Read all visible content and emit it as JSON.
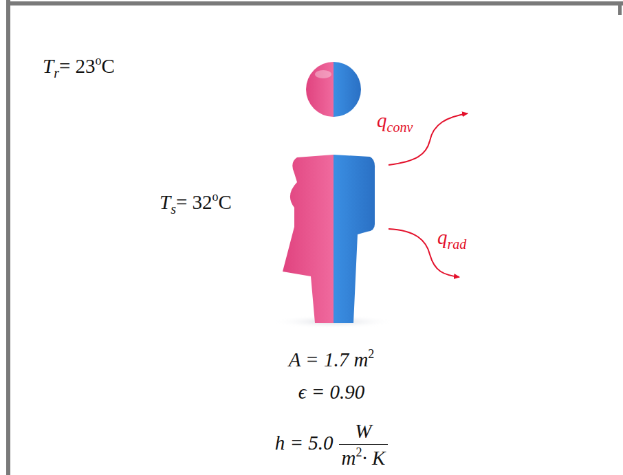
{
  "diagram": {
    "labels": [
      "T",
      "r",
      "= 23",
      "o",
      "C",
      "T",
      "s",
      "= 32",
      "o",
      "C",
      "q",
      "conv",
      "q",
      "rad",
      "A = 1.7 m",
      "2",
      "ϵ = 0.90",
      "h = 5.0",
      "W",
      "m",
      "2",
      "· K"
    ]
  }
}
